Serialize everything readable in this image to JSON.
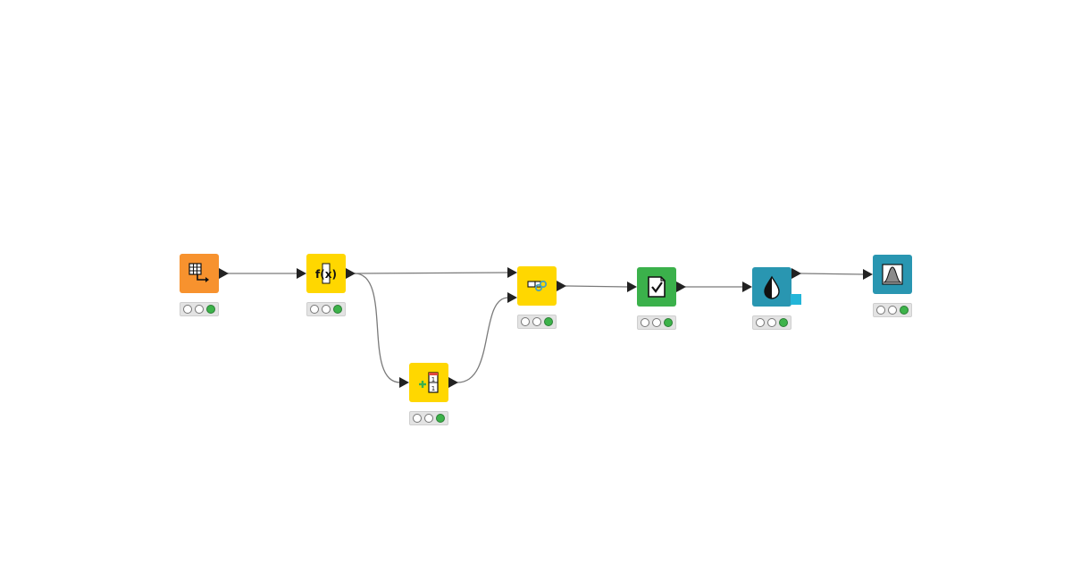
{
  "colors": {
    "reader": "#f7922e",
    "manipulator": "#ffd700",
    "other": "#3bb14b",
    "visualizer": "#2996b1",
    "port": "#222222",
    "connection": "#7a7a7a",
    "status_ok": "#3db34a",
    "flow_variable": "#22b5d8"
  },
  "workflow": {
    "nodes": [
      {
        "id": "table-creator",
        "category": "reader",
        "icon": "table-creator-icon"
      },
      {
        "id": "math-formula",
        "category": "manipulator",
        "icon": "math-formula-icon"
      },
      {
        "id": "counter-generation",
        "category": "manipulator",
        "icon": "counter-generation-icon"
      },
      {
        "id": "joiner",
        "category": "manipulator",
        "icon": "joiner-icon"
      },
      {
        "id": "validation",
        "category": "other",
        "icon": "document-check-icon"
      },
      {
        "id": "color-manager",
        "category": "visualizer",
        "icon": "color-drop-icon"
      },
      {
        "id": "distribution-view",
        "category": "visualizer",
        "icon": "distribution-curve-icon"
      }
    ],
    "status": [
      "executed",
      "executed",
      "executed",
      "executed",
      "executed",
      "executed",
      "executed"
    ],
    "connections": [
      {
        "from": "table-creator",
        "to": "math-formula"
      },
      {
        "from": "math-formula",
        "to": "joiner"
      },
      {
        "from": "math-formula",
        "to": "counter-generation"
      },
      {
        "from": "counter-generation",
        "to": "joiner"
      },
      {
        "from": "joiner",
        "to": "validation"
      },
      {
        "from": "validation",
        "to": "color-manager"
      },
      {
        "from": "color-manager",
        "to": "distribution-view"
      }
    ]
  }
}
